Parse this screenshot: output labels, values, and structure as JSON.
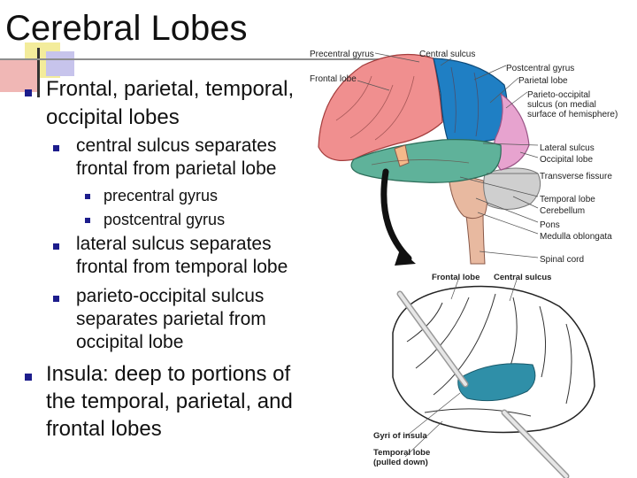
{
  "slide": {
    "title": "Cerebral Lobes",
    "bullets": [
      {
        "text_l1": "Frontal, parietal, temporal,",
        "text_l2": "occipital lobes"
      },
      {
        "text_l1": "central sulcus separates",
        "text_l2": "frontal from parietal lobe"
      },
      {
        "text": "precentral gyrus"
      },
      {
        "text": "postcentral gyrus"
      },
      {
        "text_l1": "lateral sulcus separates",
        "text_l2": "frontal from temporal lobe"
      },
      {
        "text_l1": "parieto-occipital sulcus",
        "text_l2": "separates parietal from",
        "text_l3": "occipital lobe"
      },
      {
        "text_l1": "Insula: deep to portions of",
        "text_l2": "the temporal, parietal, and",
        "text_l3": "frontal lobes"
      }
    ]
  },
  "figure": {
    "top": {
      "labels": {
        "precentral_gyrus": "Precentral gyrus",
        "central_sulcus": "Central sulcus",
        "postcentral_gyrus": "Postcentral gyrus",
        "frontal_lobe": "Frontal lobe",
        "parietal_lobe": "Parietal lobe",
        "parieto_occipital_l1": "Parieto-occipital",
        "parieto_occipital_l2": "sulcus (on medial",
        "parieto_occipital_l3": "surface of hemisphere)",
        "lateral_sulcus": "Lateral sulcus",
        "occipital_lobe": "Occipital lobe",
        "transverse_fissure": "Transverse fissure",
        "temporal_lobe": "Temporal lobe",
        "cerebellum": "Cerebellum",
        "pons": "Pons",
        "medulla": "Medulla oblongata",
        "spinal_cord": "Spinal cord"
      }
    },
    "bottom": {
      "labels": {
        "frontal_lobe": "Frontal lobe",
        "central_sulcus": "Central sulcus",
        "gyri_of_insula": "Gyri of insula",
        "temporal_lobe_l1": "Temporal lobe",
        "temporal_lobe_l2": "(pulled down)"
      }
    }
  },
  "colors": {
    "frontal": "#f08f8f",
    "parietal": "#1f7fc4",
    "occipital": "#e7a3cf",
    "temporal": "#5fb29a",
    "cerebellum": "#cfcfcf",
    "brainstem": "#e8b9a0",
    "insula": "#2f8fa8",
    "bullet": "#1d1d8c"
  }
}
